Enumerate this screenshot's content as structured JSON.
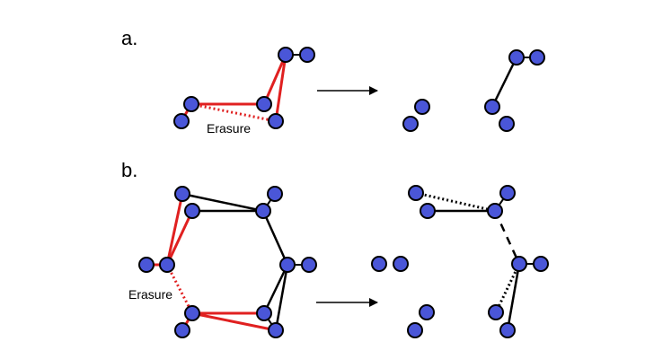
{
  "panel_a_label": "a.",
  "panel_b_label": "b.",
  "erasure_label": "Erasure",
  "colors": {
    "node_fill": "#4a56d8",
    "node_stroke": "#000000",
    "edge_red": "#e02020",
    "edge_black": "#000000"
  }
}
